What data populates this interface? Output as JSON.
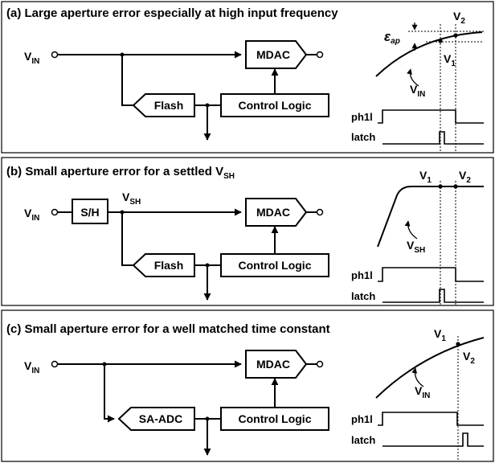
{
  "panels": [
    {
      "id": "a",
      "title": "(a) Large aperture error especially at high input frequency",
      "vin": "V",
      "vin_sub": "IN",
      "mdac": "MDAC",
      "adc": "Flash",
      "logic": "Control Logic",
      "v1": "V",
      "v1_sub": "1",
      "v2": "V",
      "v2_sub": "2",
      "curve": "V",
      "curve_sub": "IN",
      "eps": "ε",
      "eps_sub": "ap",
      "ph1l": "ph1l",
      "latch": "latch"
    },
    {
      "id": "b",
      "title_main": "(b) Small aperture error for a settled V",
      "title_sub": "SH",
      "vin": "V",
      "vin_sub": "IN",
      "sh": "S/H",
      "vsh": "V",
      "vsh_sub": "SH",
      "mdac": "MDAC",
      "adc": "Flash",
      "logic": "Control Logic",
      "v1": "V",
      "v1_sub": "1",
      "v2": "V",
      "v2_sub": "2",
      "curve": "V",
      "curve_sub": "SH",
      "ph1l": "ph1l",
      "latch": "latch"
    },
    {
      "id": "c",
      "title": "(c) Small aperture error for a well matched time constant",
      "vin": "V",
      "vin_sub": "IN",
      "mdac": "MDAC",
      "adc": "SA-ADC",
      "logic": "Control Logic",
      "v1": "V",
      "v1_sub": "1",
      "v2": "V",
      "v2_sub": "2",
      "curve": "V",
      "curve_sub": "IN",
      "ph1l": "ph1l",
      "latch": "latch"
    }
  ]
}
